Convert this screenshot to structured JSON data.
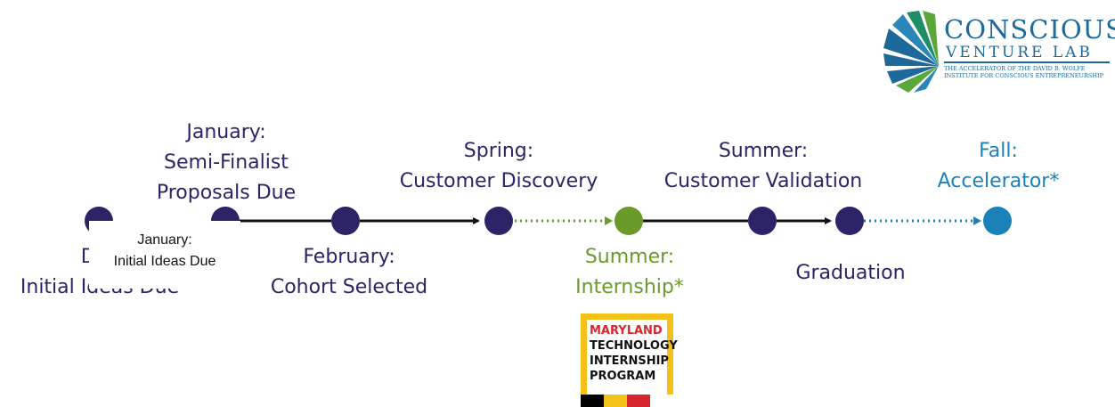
{
  "top_labels": [
    {
      "line1": "January:",
      "line2": "Semi-Finalist",
      "line3": "Proposals Due"
    },
    {
      "line1": "Spring:",
      "line2": "Customer Discovery"
    },
    {
      "line1": "Summer:",
      "line2": "Customer Validation"
    },
    {
      "line1": "Fall:",
      "line2": "Accelerator*"
    }
  ],
  "bottom_labels": [
    {
      "line1": "Dec",
      "line2": "Initial Ideas Due"
    },
    {
      "line1": "February:",
      "line2": "Cohort Selected"
    },
    {
      "line1": "Summer:",
      "line2": "Internship*"
    },
    {
      "line1": "Graduation"
    }
  ],
  "overlay_box": {
    "line1": "January:",
    "line2": "Initial Ideas Due"
  },
  "colors": {
    "primary": "#2d2468",
    "internship": "#6a9a2a",
    "accelerator": "#1a82b8",
    "line": "#111111"
  },
  "logo": {
    "title": "CONSCIOUS",
    "subtitle": "VENTURE LAB",
    "tagline_1": "THE ACCELERATOR OF THE DAVID B. WOLFE",
    "tagline_2": "INSTITUTE FOR CONSCIOUS ENTREPRENEURSHIP"
  },
  "program_badge": {
    "line1": "MARYLAND",
    "line2": "TECHNOLOGY",
    "line3": "INTERNSHIP",
    "line4": "PROGRAM"
  }
}
